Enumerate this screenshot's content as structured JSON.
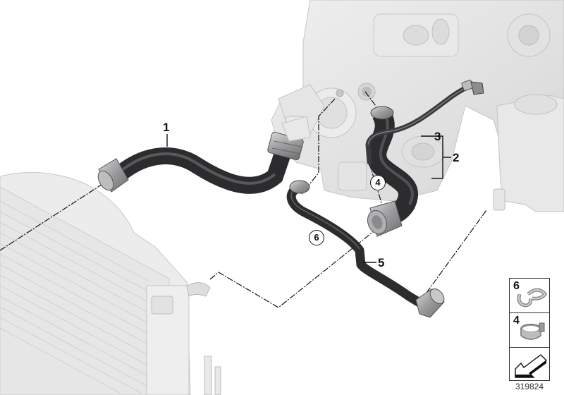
{
  "diagram": {
    "type": "exploded parts diagram",
    "subject": "Engine cooling system coolant hoses",
    "colors": {
      "background": "#ffffff",
      "hose": "#3a3a3c",
      "hose_highlight": "#6a6a6e",
      "context_parts": "#e4e4e4",
      "context_outline": "#c8c8c8",
      "fitting": "#a8a8aa",
      "leader_line": "#111111"
    }
  },
  "callouts": [
    {
      "id": "1",
      "label": "1",
      "style": "plain",
      "part": "upper radiator hose"
    },
    {
      "id": "2",
      "label": "2",
      "style": "plain",
      "part": "hose assembly (group of 3)"
    },
    {
      "id": "3",
      "label": "3",
      "style": "plain",
      "part": "coolant hose with vent line"
    },
    {
      "id": "4",
      "label": "4",
      "style": "circled",
      "part": "hose clamp"
    },
    {
      "id": "5",
      "label": "5",
      "style": "plain",
      "part": "lower coolant hose"
    },
    {
      "id": "6",
      "label": "6",
      "style": "circled",
      "part": "spring clamp"
    }
  ],
  "legend": {
    "items": [
      {
        "number": "6",
        "icon": "spring-clamp-icon"
      },
      {
        "number": "4",
        "icon": "band-clamp-icon"
      },
      {
        "number": "",
        "icon": "installation-direction-arrow-icon"
      }
    ]
  },
  "reference_number": "319824"
}
